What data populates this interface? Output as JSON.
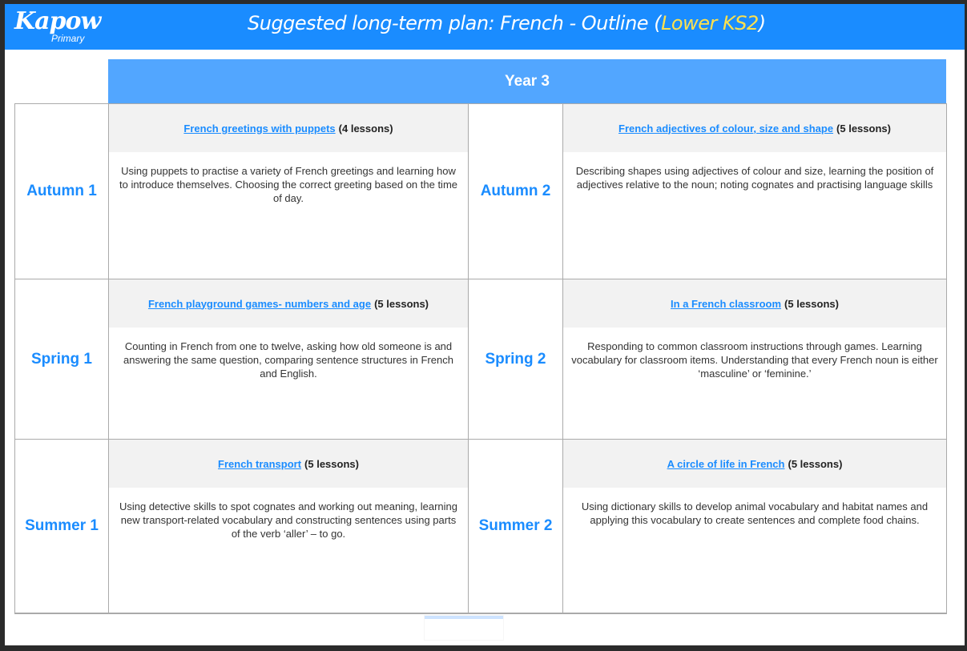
{
  "header": {
    "logo": "Kapow",
    "logo_sub": "Primary",
    "title": "Suggested long-term plan: French - Outline (",
    "title_highlight": "Lower KS2",
    "title_end": ")"
  },
  "year": "Year 3",
  "rows": [
    {
      "left": {
        "term": "Autumn 1",
        "topic": "French greetings with puppets",
        "lessons": "(4 lessons)",
        "desc": "Using puppets to practise a variety of French greetings and learning how to introduce themselves. Choosing the correct greeting based on the time of day."
      },
      "right": {
        "term": "Autumn 2",
        "topic": "French adjectives of colour, size and shape",
        "lessons": "(5 lessons)",
        "desc": "Describing shapes using adjectives of colour and size, learning the position of adjectives relative to the noun; noting cognates and  practising language skills"
      }
    },
    {
      "left": {
        "term": "Spring 1",
        "topic": "French playground games- numbers and age",
        "lessons": "(5 lessons)",
        "desc": "Counting in French from one to twelve, asking  how old someone is and answering the same question, comparing sentence structures in French and English."
      },
      "right": {
        "term": "Spring 2",
        "topic": "In a French classroom",
        "lessons": "(5 lessons)",
        "desc": "Responding to common classroom instructions through games. Learning vocabulary for classroom items. Understanding that every French noun is either ‘masculine’ or ‘feminine.’"
      }
    },
    {
      "left": {
        "term": "Summer 1",
        "topic": "French transport",
        "lessons": "(5 lessons)",
        "desc": "Using detective skills to spot cognates and working out meaning, learning new transport-related vocabulary and constructing sentences using parts of the verb ‘aller’ – to go."
      },
      "right": {
        "term": "Summer 2",
        "topic": "A circle of life in French",
        "lessons": "(5 lessons)",
        "desc": "Using dictionary skills to develop animal vocabulary and habitat names and applying this vocabulary to create sentences and complete food chains."
      }
    }
  ]
}
